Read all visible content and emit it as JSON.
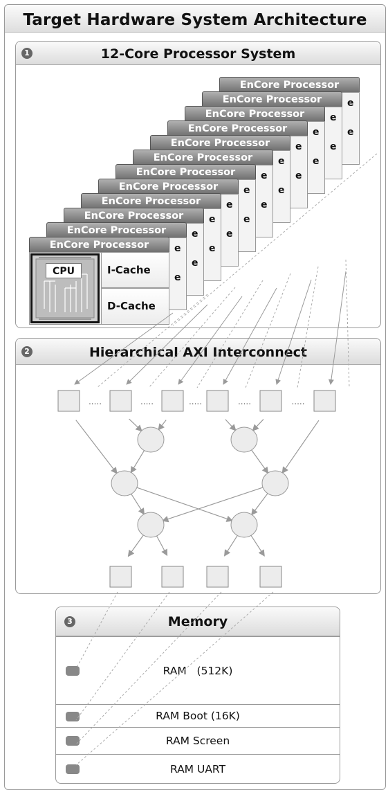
{
  "title": "Target Hardware System Architecture",
  "processor": {
    "number": "1",
    "title": "12-Core Processor System",
    "core_label": "EnCore Processor",
    "core_count": 12,
    "cpu_label": "CPU",
    "icache_label": "I-Cache",
    "dcache_label": "D-Cache",
    "peek_char": "e"
  },
  "interconnect": {
    "number": "2",
    "title": "Hierarchical AXI Interconnect",
    "ellipsis": "....."
  },
  "memory": {
    "number": "3",
    "title": "Memory",
    "rows": [
      {
        "label": "RAM   (512K)"
      },
      {
        "label": "RAM Boot (16K)"
      },
      {
        "label": "RAM Screen"
      },
      {
        "label": "RAM UART"
      }
    ]
  },
  "colors": {
    "tab_dark": "#707070",
    "tab_light": "#b0b0b0",
    "node_fill": "#ececec",
    "wire": "#9a9a9a"
  }
}
